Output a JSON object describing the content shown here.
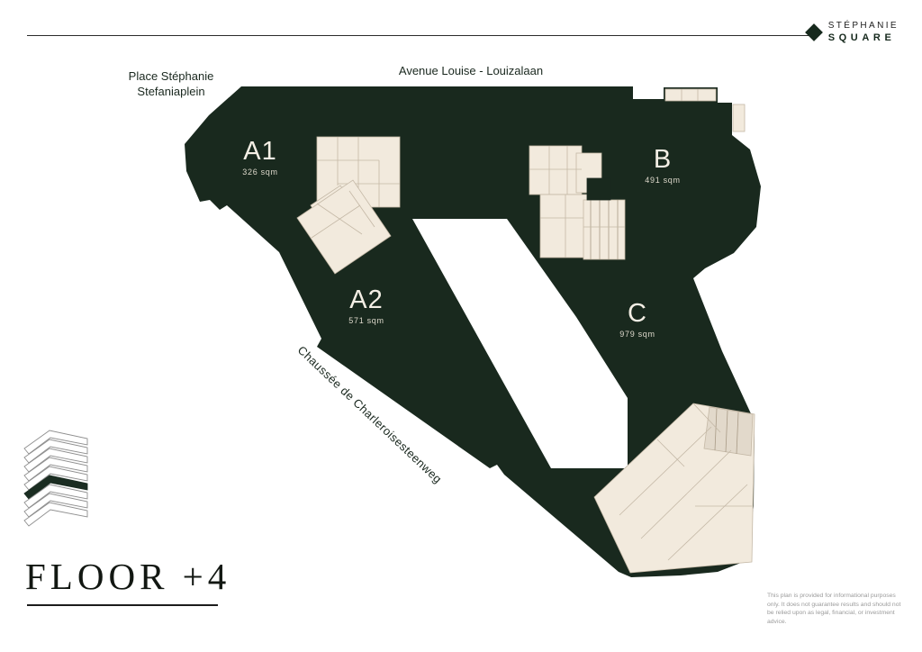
{
  "brand": {
    "line1": "STÉPHANIE",
    "line2": "SQUARE"
  },
  "streets": {
    "place_line1": "Place Stéphanie",
    "place_line2": "Stefaniaplein",
    "avenue": "Avenue Louise - Louizalaan",
    "chaussee": "Chaussée de Charleroisesteenweg"
  },
  "units": [
    {
      "id": "A1",
      "area": "326 sqm"
    },
    {
      "id": "A2",
      "area": "571 sqm"
    },
    {
      "id": "B",
      "area": "491 sqm"
    },
    {
      "id": "C",
      "area": "979 sqm"
    }
  ],
  "floor": {
    "title": "FLOOR +4"
  },
  "disclaimer": "This plan is provided for informational purposes only. It does not guarantee results and should not be relied upon as legal, financial, or investment advice.",
  "colors": {
    "building": "#19291e",
    "unit_fill": "#f2eadd",
    "accent": "#16291d",
    "detail_line": "#c4b8a6"
  }
}
